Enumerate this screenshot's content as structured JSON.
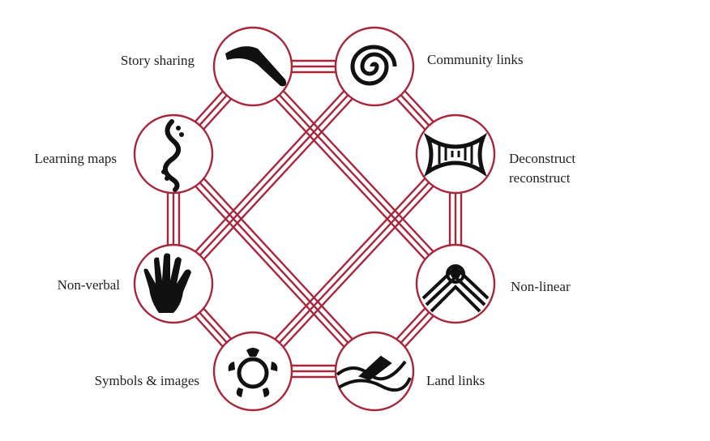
{
  "diagram": {
    "ring_color": "#a8263b",
    "icon_color": "#111111",
    "nodes": [
      {
        "label": "Story sharing",
        "icon": "boomerang-icon"
      },
      {
        "label": "Community links",
        "icon": "spiral-icon"
      },
      {
        "label": "Deconstruct",
        "label2": "reconstruct",
        "icon": "bowtie-icon"
      },
      {
        "label": "Non-linear",
        "icon": "concentric-arcs-icon"
      },
      {
        "label": "Land links",
        "icon": "river-fish-icon"
      },
      {
        "label": "Symbols & images",
        "icon": "turtle-circle-icon"
      },
      {
        "label": "Non-verbal",
        "icon": "hand-icon"
      },
      {
        "label": "Learning maps",
        "icon": "wavy-path-icon"
      }
    ]
  }
}
